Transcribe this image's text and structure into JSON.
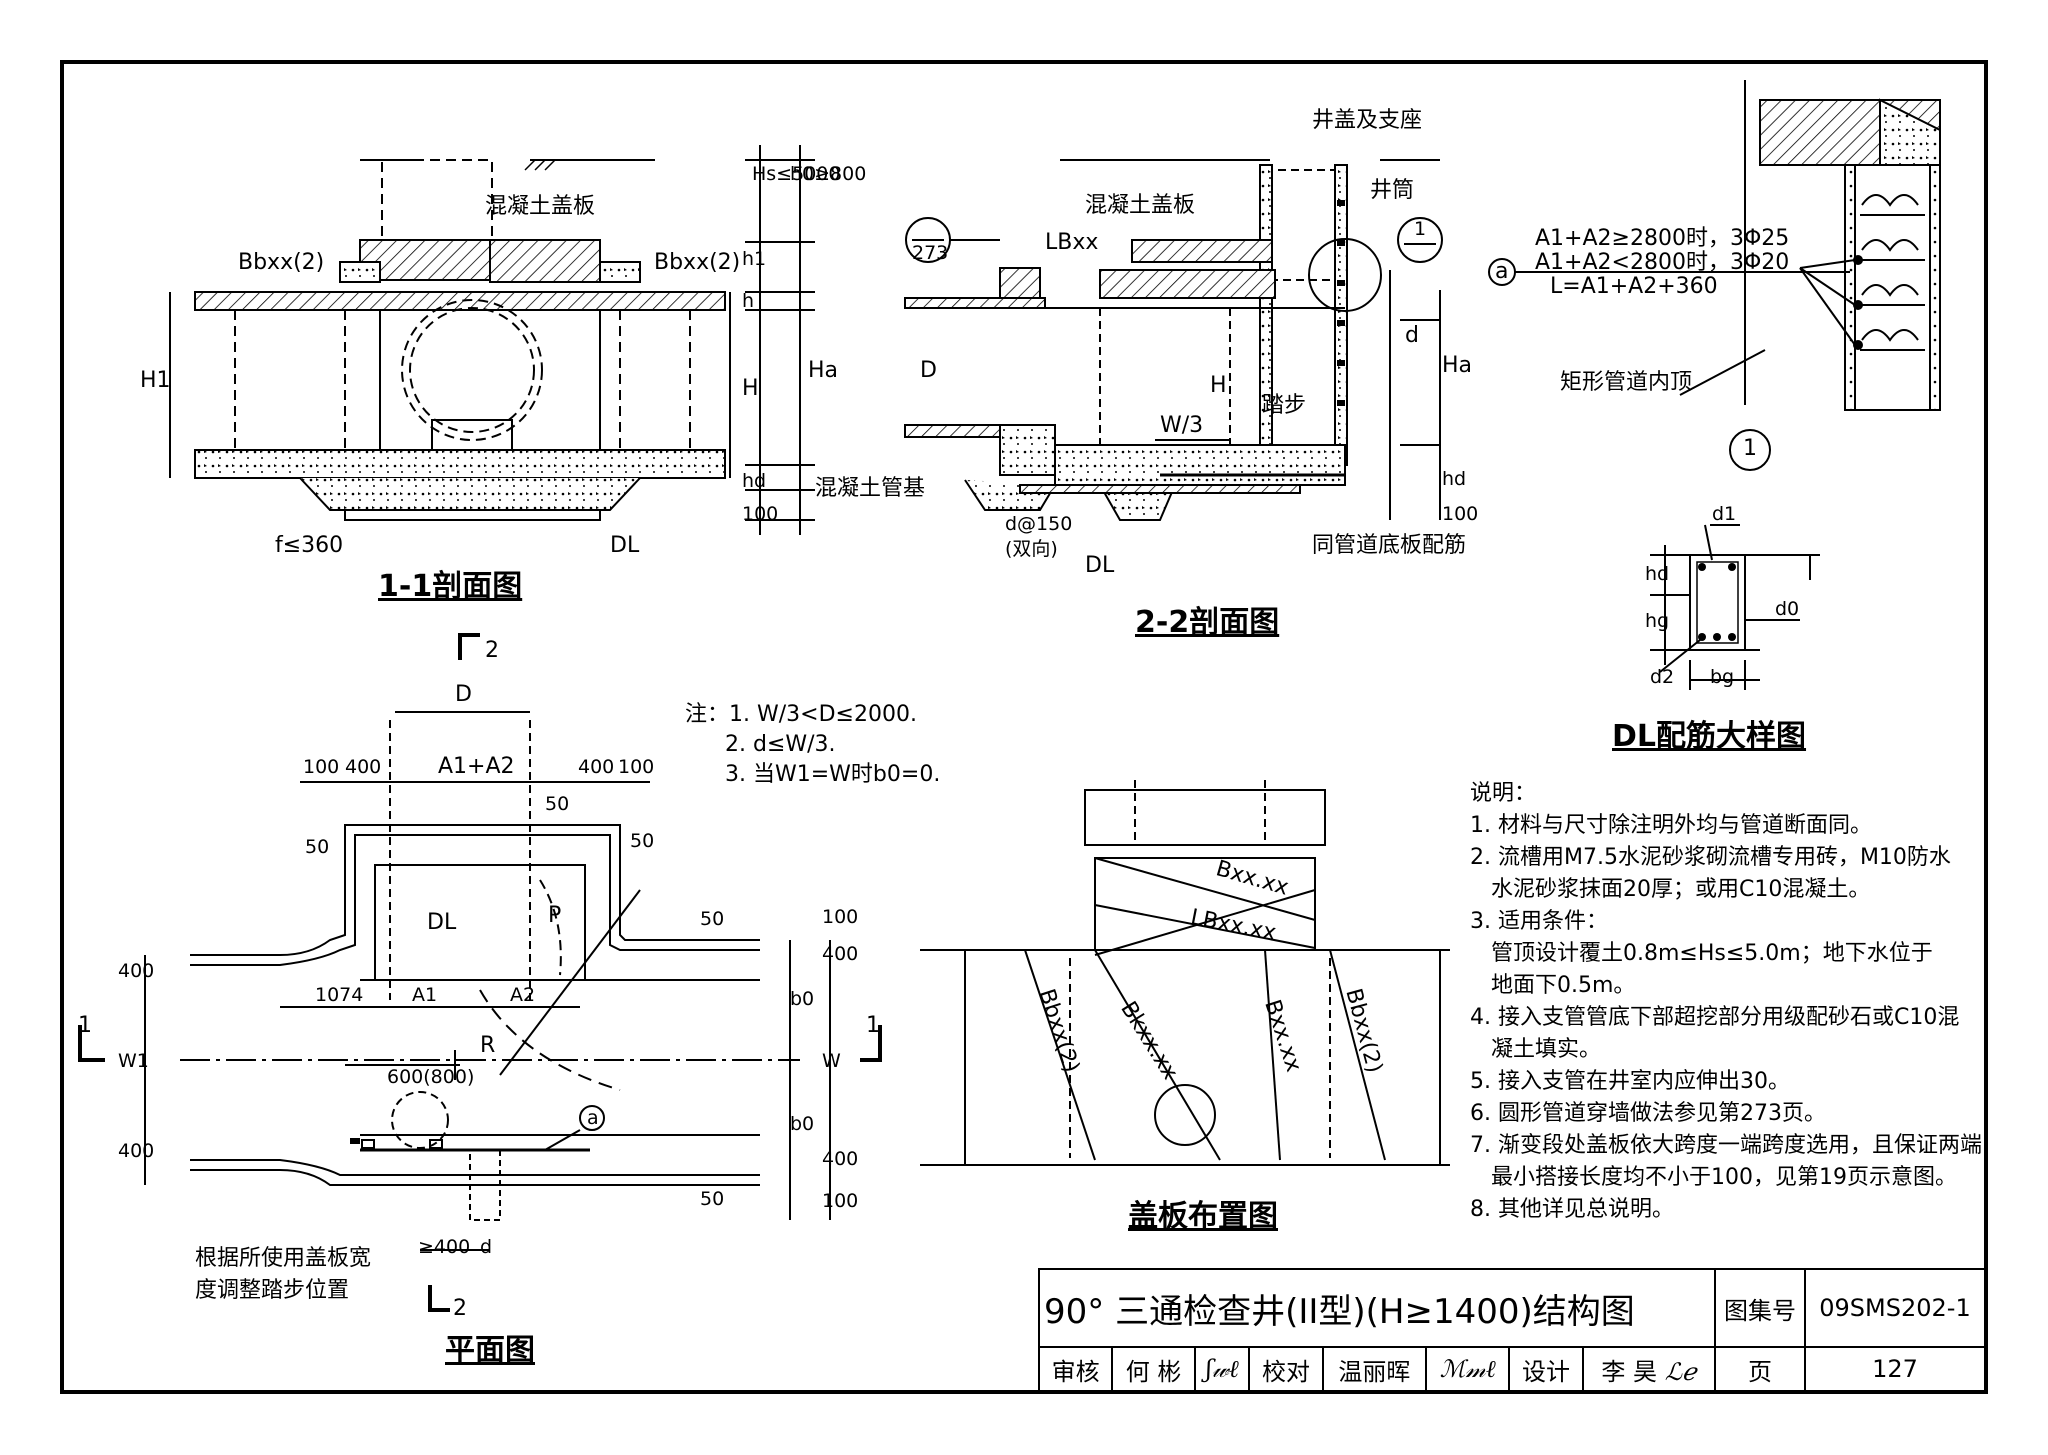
{
  "views": {
    "section_1_1": {
      "title": "1-1剖面图",
      "labels": {
        "cover_slab": "混凝土盖板",
        "bxx_left": "Bbxx(2)",
        "bxx_right": "Bbxx(2)",
        "f": "f≤360",
        "dl": "DL",
        "h1_dim": "H1",
        "h_dim": "H",
        "ha_dim": "Ha",
        "h_small": "h",
        "h1_small": "h1",
        "hd": "hd",
        "d100": "100",
        "hs": "Hs≤5000",
        "h0": "h0≥800"
      }
    },
    "section_2_2": {
      "title": "2-2剖面图",
      "labels": {
        "cover_frame": "井盖及支座",
        "shaft": "井筒",
        "cover_slab": "混凝土盖板",
        "lbxx": "LBxx",
        "ref_num": "273",
        "ref_detail": "1",
        "d_dim": "D",
        "h_dim": "H",
        "ha_dim": "Ha",
        "d_small": "d",
        "hd": "hd",
        "d100": "100",
        "w3": "W/3",
        "steps": "踏步",
        "pipe_base": "混凝土管基",
        "rebar": "d@150",
        "rebar_note": "(双向)",
        "dl": "DL",
        "same_rebar": "同管道底板配筋"
      }
    },
    "detail_1": {
      "number": "1",
      "marker": "a",
      "line1": "A1+A2≥2800时，3Φ25",
      "line2": "A1+A2<2800时，3Φ20",
      "line3": "L=A1+A2+360",
      "label": "矩形管道内顶"
    },
    "dl_detail": {
      "title": "DL配筋大样图",
      "labels": {
        "d1": "d1",
        "hd": "hd",
        "hg": "hg",
        "d0": "d0",
        "d2": "d2",
        "bg": "bg"
      }
    },
    "plan": {
      "title": "平面图",
      "labels": {
        "sec2_top": "2",
        "sec2_bottom": "2",
        "sec1_left": "1",
        "sec1_right": "1",
        "d_top": "D",
        "a1a2": "A1+A2",
        "d100a": "100",
        "d400a": "400",
        "d400b": "400",
        "d100b": "100",
        "d50a": "50",
        "d50b": "50",
        "d50c": "50",
        "d50d": "50",
        "d50e": "50",
        "dl": "DL",
        "p": "P",
        "d1074": "1074",
        "a1": "A1",
        "a2": "A2",
        "r": "R",
        "w1": "W1",
        "w": "W",
        "d400l1": "400",
        "d400l2": "400",
        "b0a": "b0",
        "b0b": "b0",
        "d400r1": "400",
        "d400r2": "400",
        "d100r1": "100",
        "d100r2": "100",
        "d600": "600(800)",
        "marker_a": "a",
        "d400bot": "≥400",
        "d_bot": "d",
        "note_steps_1": "根据所使用盖板宽",
        "note_steps_2": "度调整踏步位置"
      }
    },
    "cover_layout": {
      "title": "盖板布置图",
      "labels": {
        "bxx": "Bxx.xx",
        "lbxx": "LBxx.xx",
        "bbxx_l": "Bbxx(2)",
        "bkxx": "Bkxx.xx",
        "bxx2": "Bxx.xx",
        "bbxx_r": "Bbxx(2)"
      }
    }
  },
  "notes_top": {
    "head": "注：1. W/3<D≤2000.",
    "items": [
      "2. d≤W/3.",
      "3. 当W1=W时b0=0."
    ]
  },
  "notes": {
    "head": "说明：",
    "items": [
      "1. 材料与尺寸除注明外均与管道断面同。",
      "2. 流槽用M7.5水泥砂浆砌流槽专用砖，M10防水",
      "   水泥砂浆抹面20厚；或用C10混凝土。",
      "3. 适用条件：",
      "   管顶设计覆土0.8m≤Hs≤5.0m；地下水位于",
      "   地面下0.5m。",
      "4. 接入支管管底下部超挖部分用级配砂石或C10混",
      "   凝土填实。",
      "5. 接入支管在井室内应伸出30。",
      "6. 圆形管道穿墙做法参见第273页。",
      "7. 渐变段处盖板依大跨度一端跨度选用，且保证两端",
      "   最小搭接长度均不小于100，见第19页示意图。",
      "8. 其他详见总说明。"
    ]
  },
  "title_block": {
    "title": "90° 三通检查井(II型)(H≥1400)结构图",
    "atlas_label": "图集号",
    "atlas_no": "09SMS202-1",
    "review_label": "审核",
    "reviewer": "何 彬",
    "check_label": "校对",
    "checker": "温丽晖",
    "design_label": "设计",
    "designer": "李 昊",
    "page_label": "页",
    "page_no": "127"
  }
}
